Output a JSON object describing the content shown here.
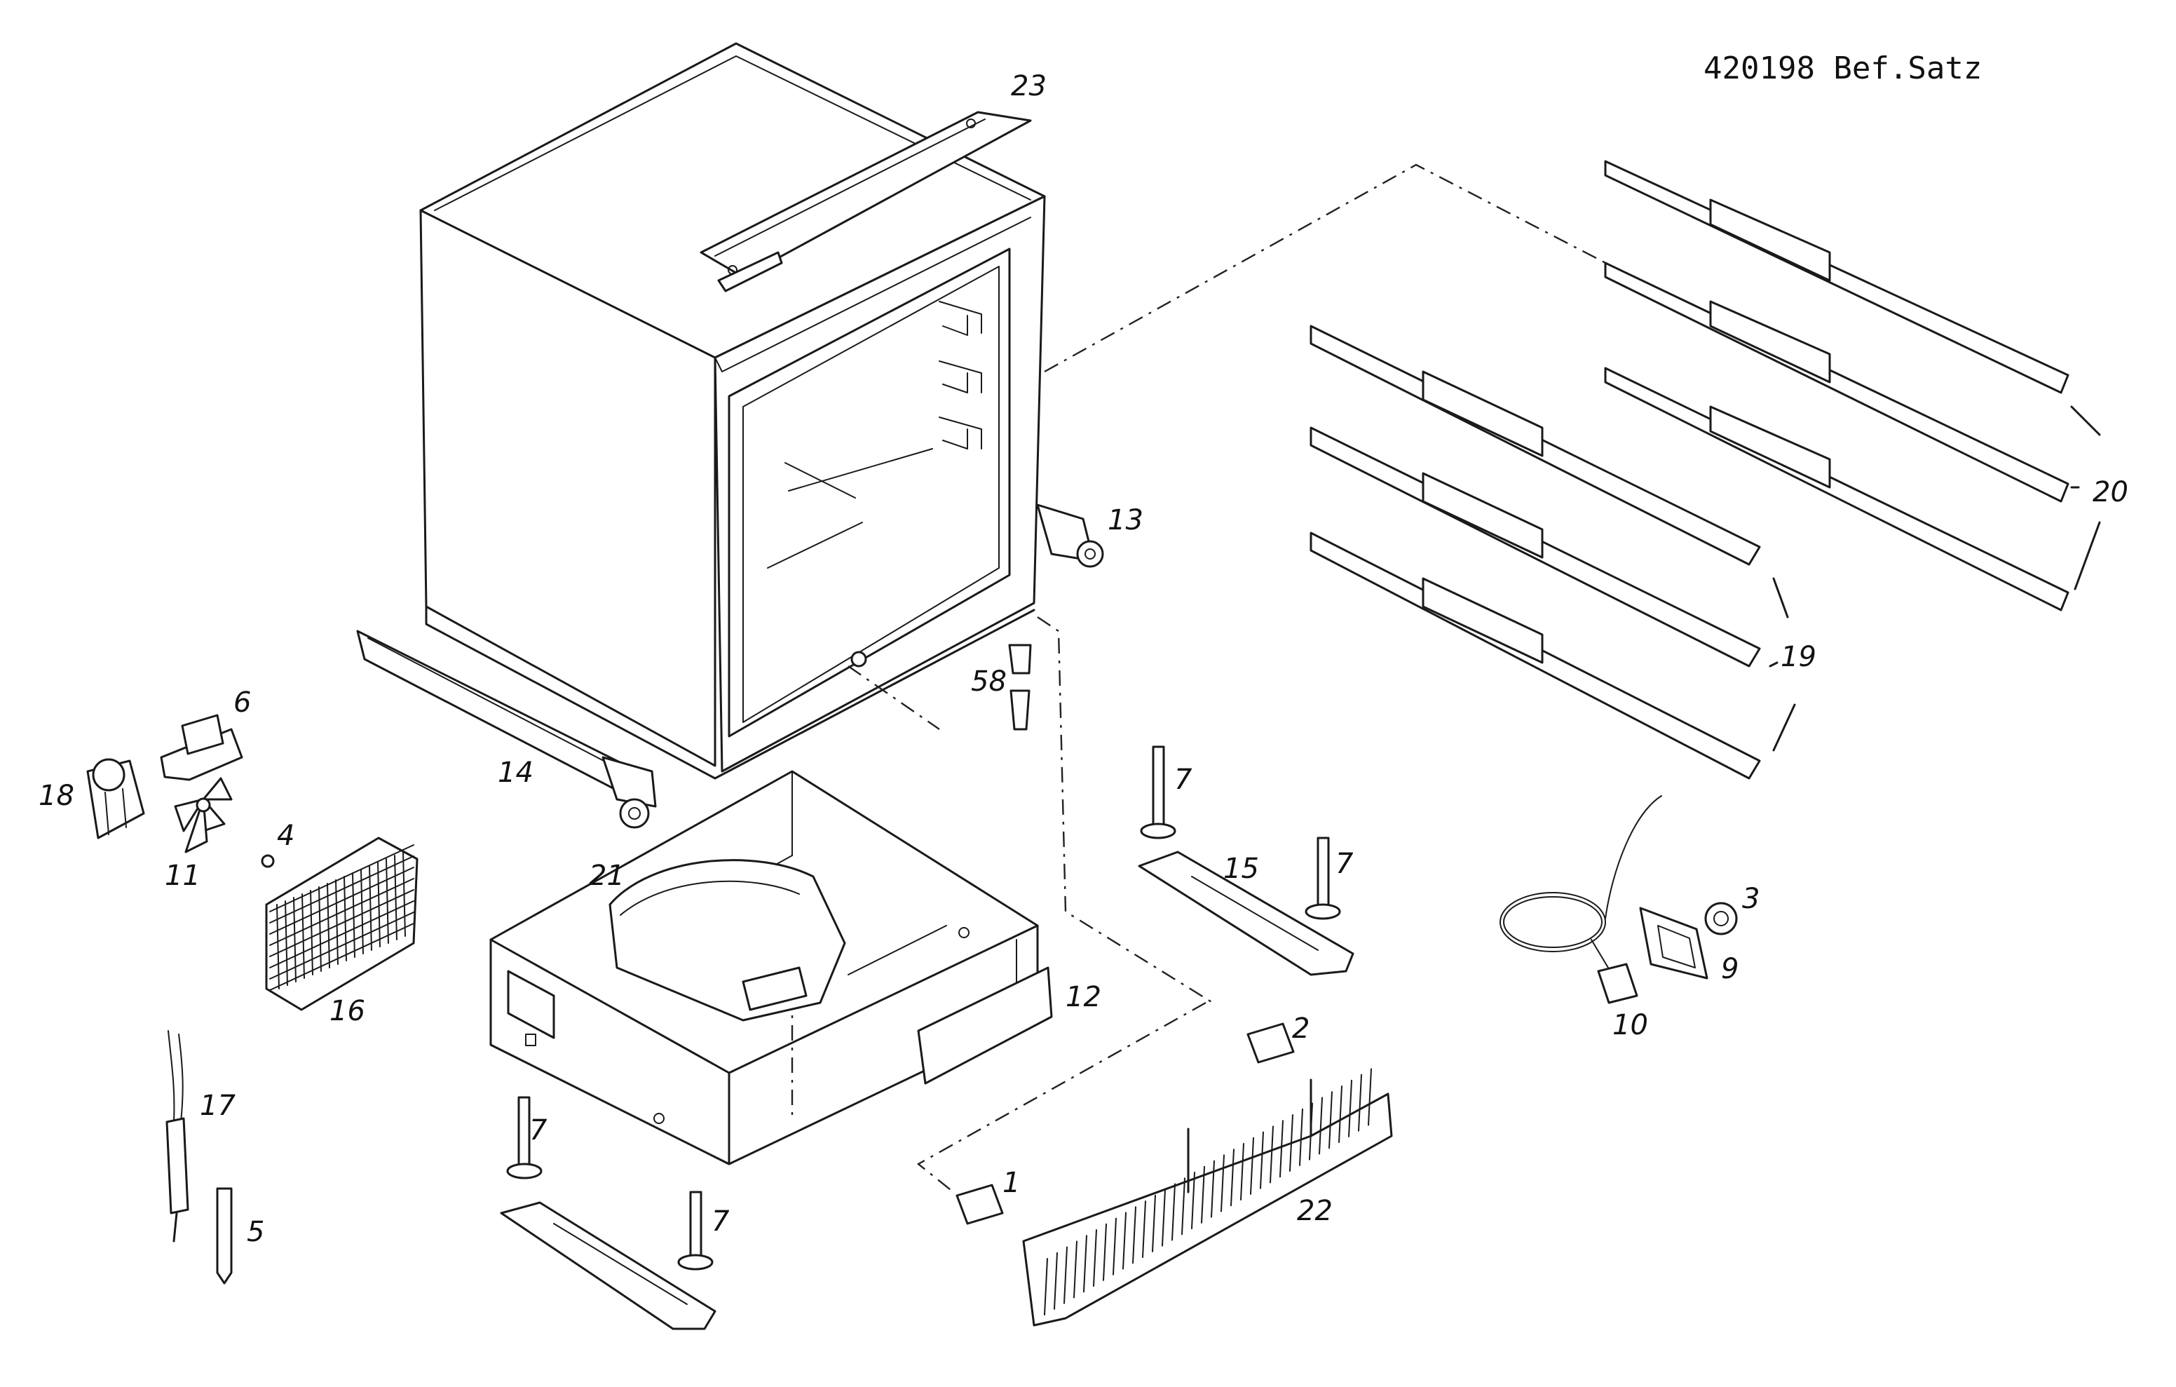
{
  "document": {
    "reference": "420198 Bef.Satz"
  },
  "callouts": {
    "c1": "1",
    "c2": "2",
    "c3": "3",
    "c4": "4",
    "c5": "5",
    "c6": "6",
    "c7a": "7",
    "c7b": "7",
    "c7c": "7",
    "c7d": "7",
    "c9": "9",
    "c10": "10",
    "c11": "11",
    "c12": "12",
    "c13": "13",
    "c14": "14",
    "c15": "15",
    "c16": "16",
    "c17": "17",
    "c18": "18",
    "c19": "19",
    "c20": "20",
    "c21": "21",
    "c22": "22",
    "c23": "23",
    "c58": "58"
  }
}
